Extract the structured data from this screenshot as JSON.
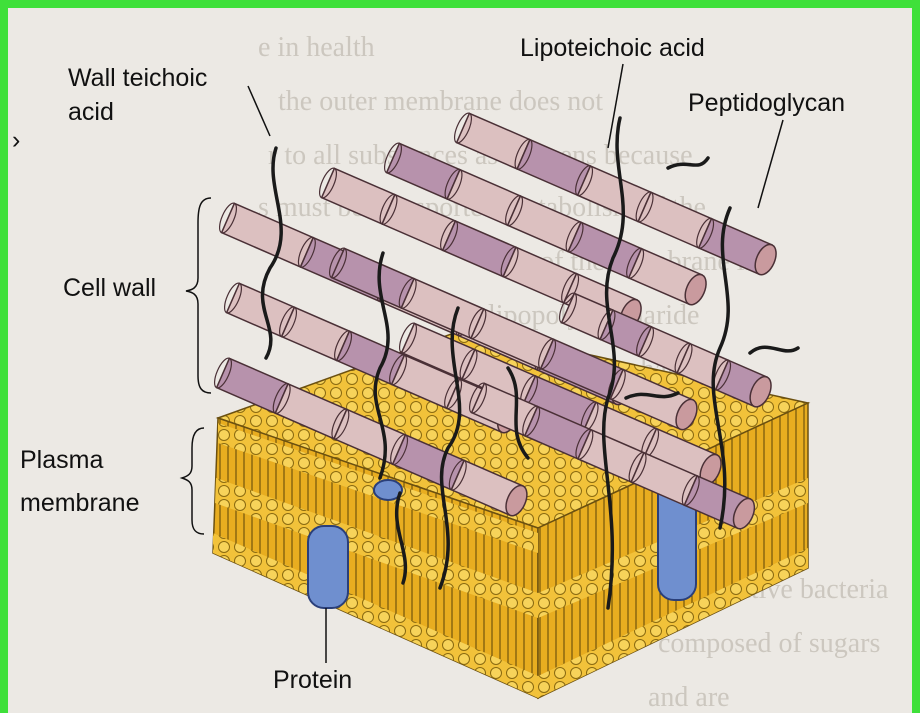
{
  "labels": {
    "wall_teichoic_line1": "Wall teichoic",
    "wall_teichoic_line2": "acid",
    "lipoteichoic": "Lipoteichoic acid",
    "peptidoglycan": "Peptidoglycan",
    "cell_wall": "Cell wall",
    "plasma_line1": "Plasma",
    "plasma_line2": "membrane",
    "protein": "Protein"
  },
  "colors": {
    "frame": "#3fe03a",
    "background": "#ece9e4",
    "rod": "#dcc0c0",
    "rod_dark": "#b792ac",
    "membrane": "#f2c23a",
    "protein": "#6f8fcf"
  }
}
